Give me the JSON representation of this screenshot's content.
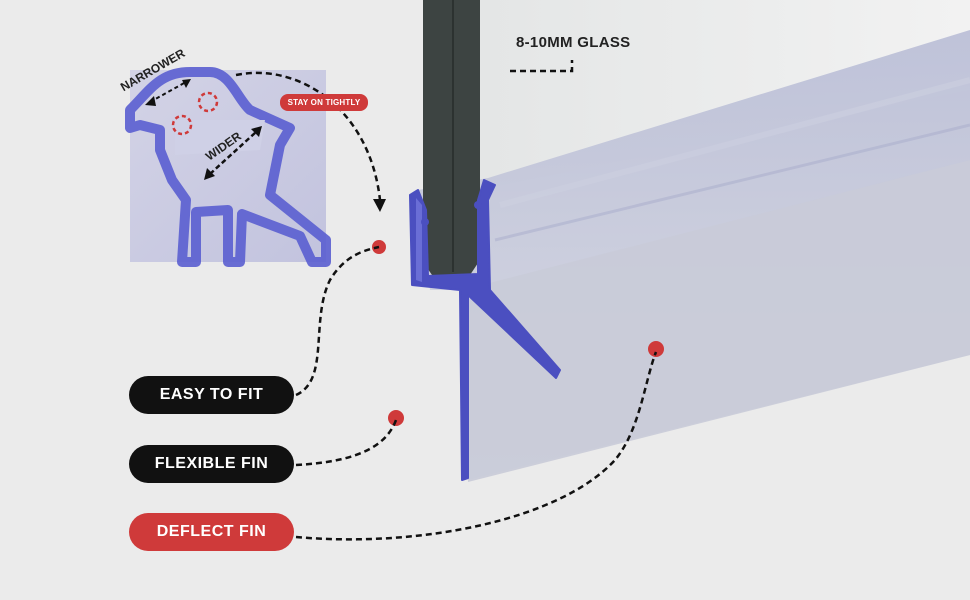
{
  "labels": {
    "glass": "8-10MM GLASS",
    "stay_on": "STAY ON TIGHTLY",
    "narrower": "NARROWER",
    "wider": "WIDER"
  },
  "features": [
    {
      "text": "EASY TO FIT",
      "color": "#111111"
    },
    {
      "text": "FLEXIBLE FIN",
      "color": "#111111"
    },
    {
      "text": "DEFLECT FIN",
      "color": "#cf3a3a"
    }
  ],
  "colors": {
    "background": "#ebebeb",
    "seal_outline": "#4b4fc0",
    "accent_red": "#cf3a3a",
    "glass_edge": "#3d4442"
  }
}
